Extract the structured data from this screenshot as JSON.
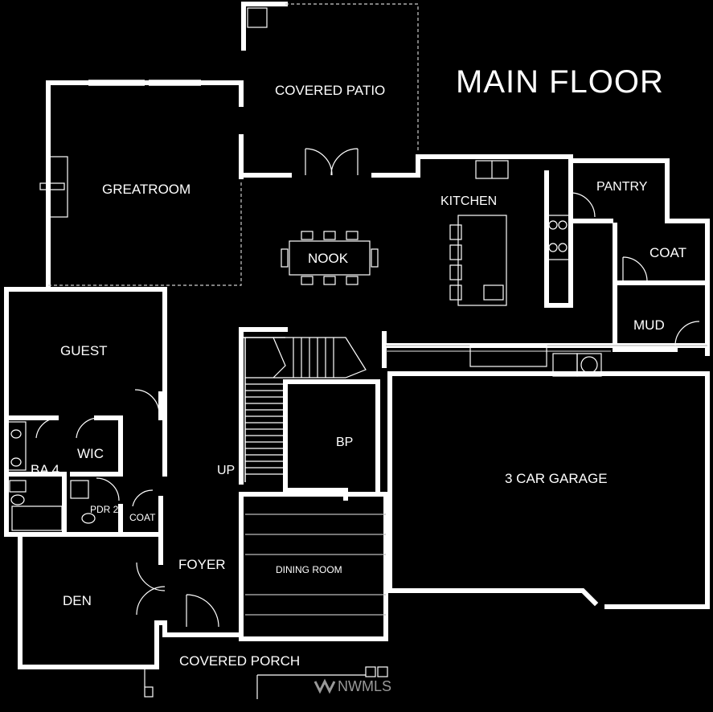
{
  "title": "MAIN FLOOR",
  "watermark": "NWMLS",
  "rooms": {
    "covered_patio": "COVERED PATIO",
    "greatroom": "GREATROOM",
    "kitchen": "KITCHEN",
    "pantry": "PANTRY",
    "nook": "NOOK",
    "coat_upper": "COAT",
    "mud": "MUD",
    "guest": "GUEST",
    "ba4": "BA 4",
    "wic": "WIC",
    "pdr2": "PDR 2",
    "coat_lower": "COAT",
    "bp": "BP",
    "up": "UP",
    "garage": "3 CAR GARAGE",
    "foyer": "FOYER",
    "dining_room": "DINING ROOM",
    "den": "DEN",
    "covered_porch": "COVERED PORCH"
  }
}
